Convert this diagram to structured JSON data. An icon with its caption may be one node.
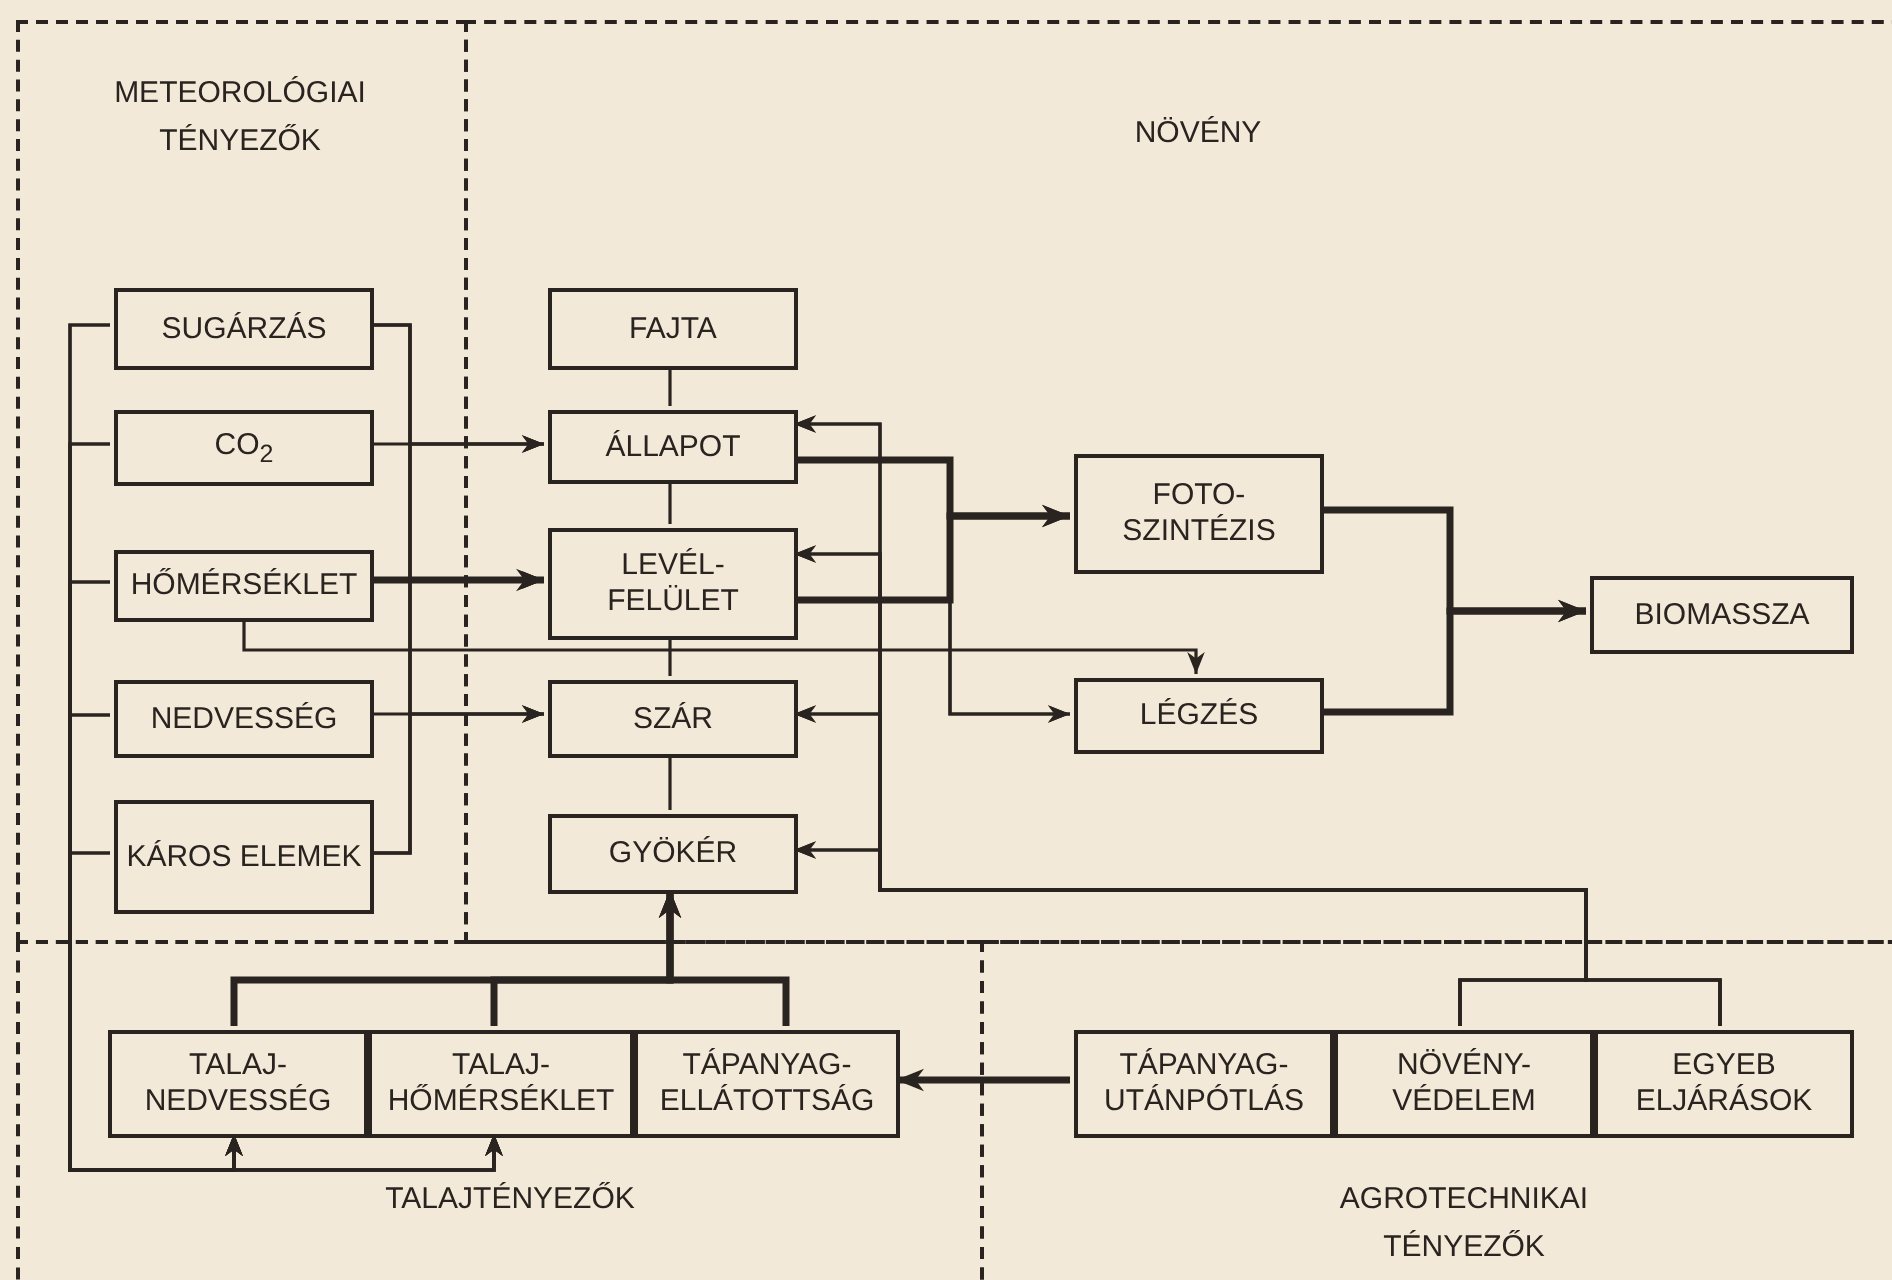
{
  "diagram": {
    "nodes": [
      {
        "text": [
          "METEOROLÓGIAI TÉNYEZŐK"
        ]
      },
      {
        "text": [
          "NÖVÉNY"
        ]
      },
      {
        "text": [
          "SUGÁRZÁS"
        ],
        "in": 0
      },
      {
        "text": [
          "CO$_{2}$"
        ],
        "in": 0
      },
      {
        "text": [
          "HŐMÉRSÉKLET"
        ],
        "in": 0
      },
      {
        "text": [
          "NEDVESSÉG"
        ],
        "in": 0
      },
      {
        "text": [
          "KÁROS ELEMEK"
        ],
        "in": 0
      },
      {
        "text": [
          "FAJTA"
        ],
        "in": 1
      },
      {
        "text": [
          "ÁLLAPOT"
        ],
        "in": 1
      },
      {
        "text": [
          "LEVÉL- FELÜLET"
        ],
        "in": 1
      },
      {
        "text": [
          "SZÁR"
        ],
        "in": 1
      },
      {
        "text": [
          "GYÖKÉR"
        ],
        "in": 1
      },
      {
        "text": [
          "FOTO- SZINTÉZIS"
        ],
        "in": 1
      },
      {
        "text": [
          "LÉGZÉS"
        ],
        "in": 1
      },
      {
        "text": [
          "BIOMASSZA"
        ],
        "in": 1
      },
      {
        "text": [
          "TALAJTÉNYEZŐK"
        ]
      },
      {
        "text": [
          "TALAJ- NEDVESSÉG"
        ],
        "in": 15
      },
      {
        "text": [
          "TALAJ- HŐMÉRSÉKLET"
        ],
        "in": 15
      },
      {
        "text": [
          "TÁPANYAG- ELLÁTOTTSÁG"
        ],
        "in": 15
      },
      {
        "text": [
          "AGROTECHNIKAI TÉNYEZŐK"
        ]
      },
      {
        "text": [
          "TÁPANYAG- UTÁNPÓTLÁS"
        ],
        "in": 19
      },
      {
        "text": [
          "NÖVÉNY- VÉDELEM"
        ],
        "in": 19
      },
      {
        "text": [
          "EGYEB ELJÁRÁSOK"
        ],
        "in": 19
      }
    ],
    "edges": [
      {
        "from": 2,
        "to": 16,
        "arrow": "to"
      },
      {
        "from": 3,
        "to": 16,
        "arrow": "to"
      },
      {
        "from": 4,
        "to": 16,
        "arrow": "to"
      },
      {
        "from": 5,
        "to": 16,
        "arrow": "to"
      },
      {
        "from": 6,
        "to": 16,
        "arrow": "to"
      },
      {
        "from": 2,
        "to": 17,
        "arrow": "to"
      },
      {
        "from": 3,
        "to": 17,
        "arrow": "to"
      },
      {
        "from": 4,
        "to": 17,
        "arrow": "to"
      },
      {
        "from": 5,
        "to": 17,
        "arrow": "to"
      },
      {
        "from": 6,
        "to": 17,
        "arrow": "to"
      },
      {
        "from": 3,
        "to": 8,
        "arrow": "to"
      },
      {
        "from": 4,
        "to": 9,
        "arrow": "to",
        "style": "thick"
      },
      {
        "from": 5,
        "to": 10,
        "arrow": "to"
      },
      {
        "from": 2,
        "to": 8,
        "arrow": "to"
      },
      {
        "from": 2,
        "to": 9,
        "arrow": "to"
      },
      {
        "from": 2,
        "to": 10,
        "arrow": "to"
      },
      {
        "from": 6,
        "to": 8,
        "arrow": "to"
      },
      {
        "from": 6,
        "to": 9,
        "arrow": "to"
      },
      {
        "from": 6,
        "to": 10,
        "arrow": "to"
      },
      {
        "from": 4,
        "to": 13,
        "arrow": "to"
      },
      {
        "from": 7,
        "to": 8,
        "arrow": "none"
      },
      {
        "from": 8,
        "to": 9,
        "arrow": "none"
      },
      {
        "from": 9,
        "to": 10,
        "arrow": "none"
      },
      {
        "from": 10,
        "to": 11,
        "arrow": "none"
      },
      {
        "from": 8,
        "to": 12,
        "arrow": "to",
        "style": "thick"
      },
      {
        "from": 9,
        "to": 12,
        "arrow": "to",
        "style": "thick"
      },
      {
        "from": 8,
        "to": 13,
        "arrow": "to"
      },
      {
        "from": 9,
        "to": 13,
        "arrow": "to"
      },
      {
        "from": 12,
        "to": 14,
        "arrow": "to",
        "style": "thick"
      },
      {
        "from": 13,
        "to": 14,
        "arrow": "to",
        "style": "thick"
      },
      {
        "from": 21,
        "to": 8,
        "arrow": "to"
      },
      {
        "from": 21,
        "to": 9,
        "arrow": "to"
      },
      {
        "from": 21,
        "to": 10,
        "arrow": "to"
      },
      {
        "from": 21,
        "to": 11,
        "arrow": "to"
      },
      {
        "from": 22,
        "to": 8,
        "arrow": "to"
      },
      {
        "from": 22,
        "to": 9,
        "arrow": "to"
      },
      {
        "from": 22,
        "to": 10,
        "arrow": "to"
      },
      {
        "from": 22,
        "to": 11,
        "arrow": "to"
      },
      {
        "from": 16,
        "to": 11,
        "arrow": "to",
        "style": "thick"
      },
      {
        "from": 17,
        "to": 11,
        "arrow": "to",
        "style": "thick"
      },
      {
        "from": 18,
        "to": 11,
        "arrow": "to",
        "style": "thick"
      },
      {
        "from": 20,
        "to": 18,
        "arrow": "to",
        "style": "thick"
      }
    ]
  }
}
